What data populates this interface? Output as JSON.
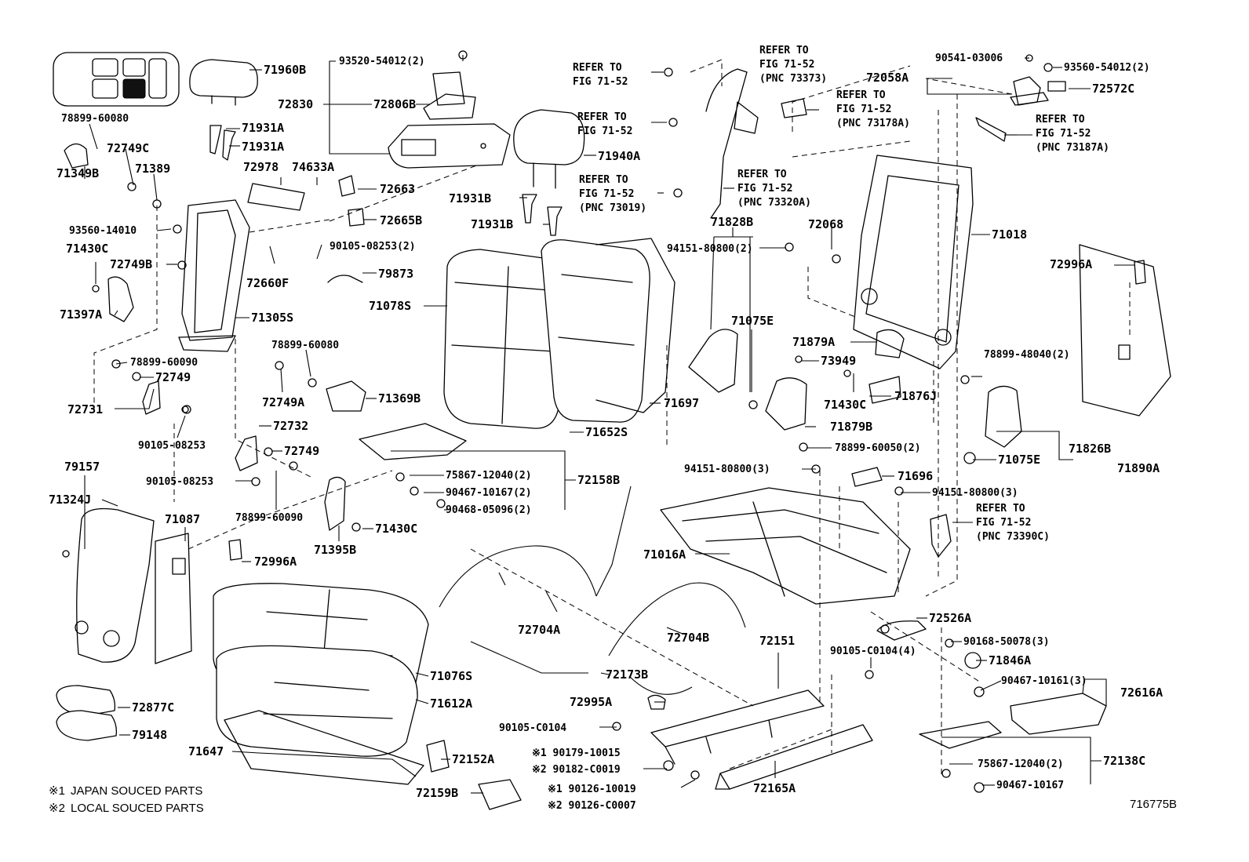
{
  "diagram_id": "716775B",
  "notes": [
    {
      "mark": "※1",
      "text": "JAPAN SOUCED PARTS"
    },
    {
      "mark": "※2",
      "text": "LOCAL SOUCED PARTS"
    }
  ],
  "parts": {
    "p71960B": "71960B",
    "p78899_60080a": "78899-60080",
    "p72749C": "72749C",
    "p71389": "71389",
    "p71349B": "71349B",
    "p71931A_1": "71931A",
    "p71931A_2": "71931A",
    "p93520": "93520-54012(2)",
    "p72830": "72830",
    "p72806B": "72806B",
    "p72978": "72978",
    "p74633A": "74633A",
    "p72663": "72663",
    "p72665B": "72665B",
    "p93560_14010": "93560-14010",
    "p90105_08253_2": "90105-08253(2)",
    "p71430C_1": "71430C",
    "p72749B": "72749B",
    "p72660F": "72660F",
    "p79873": "79873",
    "p71397A": "71397A",
    "p71305S": "71305S",
    "p78899_60080b": "78899-60080",
    "p78899_60090a": "78899-60090",
    "p72749_1": "72749",
    "p72749A": "72749A",
    "p71369B": "71369B",
    "p72731": "72731",
    "p90105_08253a": "90105-08253",
    "p72732": "72732",
    "p72749_2": "72749",
    "p90105_08253b": "90105-08253",
    "p78899_60090b": "78899-60090",
    "p79157": "79157",
    "p71324J": "71324J",
    "p71087": "71087",
    "p72996A_1": "72996A",
    "p71395B": "71395B",
    "p71430C_2": "71430C",
    "p71078S": "71078S",
    "p71652S": "71652S",
    "p71697": "71697",
    "p75867_a": "75867-12040(2)",
    "p90467_10167_2": "90467-10167(2)",
    "p90468": "90468-05096(2)",
    "p72158B": "72158B",
    "p71940A": "71940A",
    "p71931B_1": "71931B",
    "p71931B_2": "71931B",
    "p72704A": "72704A",
    "p72173B": "72173B",
    "p72704B": "72704B",
    "p72151": "72151",
    "p71076S": "71076S",
    "p71612A": "71612A",
    "p72877C": "72877C",
    "p79148": "79148",
    "p71647": "71647",
    "p72152A": "72152A",
    "p72159B": "72159B",
    "p72995A": "72995A",
    "p90105_C0104": "90105-C0104",
    "p90179": "※1 90179-10015",
    "p90182": "※2 90182-C0019",
    "p90126_1": "※1 90126-10019",
    "p90126_2": "※2 90126-C0007",
    "p72165A": "72165A",
    "p71016A": "71016A",
    "p71828B": "71828B",
    "p71075E_1": "71075E",
    "p94151_2": "94151-80800(2)",
    "p72068": "72068",
    "p71018": "71018",
    "p71879A": "71879A",
    "p73949": "73949",
    "p71430C_3": "71430C",
    "p71876J": "71876J",
    "p71879B": "71879B",
    "p78899_60050": "78899-60050(2)",
    "p94151_3a": "94151-80800(3)",
    "p71696": "71696",
    "p94151_3b": "94151-80800(3)",
    "p72058A": "72058A",
    "p90541": "90541-03006",
    "p93560_54012": "93560-54012(2)",
    "p72572C": "72572C",
    "p78899_48040": "78899-48040(2)",
    "p71826B": "71826B",
    "p71075E_2": "71075E",
    "p72996A_2": "72996A",
    "p71890A": "71890A",
    "p72526A": "72526A",
    "p90168": "90168-50078(3)",
    "p71846A": "71846A",
    "p90105_C0104_4": "90105-C0104(4)",
    "p90467_10161": "90467-10161(3)",
    "p72616A": "72616A",
    "p75867_b": "75867-12040(2)",
    "p90467_10167": "90467-10167",
    "p72138C": "72138C"
  },
  "refer": {
    "r1": {
      "l1": "REFER TO",
      "l2": "FIG 71-52"
    },
    "r2": {
      "l1": "REFER TO",
      "l2": "FIG 71-52"
    },
    "r3": {
      "l1": "REFER TO",
      "l2": "FIG 71-52",
      "l3": "(PNC 73019)"
    },
    "r4": {
      "l1": "REFER TO",
      "l2": "FIG 71-52",
      "l3": "(PNC 73373)"
    },
    "r5": {
      "l1": "REFER TO",
      "l2": "FIG 71-52",
      "l3": "(PNC 73178A)"
    },
    "r6": {
      "l1": "REFER TO",
      "l2": "FIG 71-52",
      "l3": "(PNC 73320A)"
    },
    "r7": {
      "l1": "REFER TO",
      "l2": "FIG 71-52",
      "l3": "(PNC 73187A)"
    },
    "r8": {
      "l1": "REFER TO",
      "l2": "FIG 71-52",
      "l3": "(PNC 73390C)"
    }
  }
}
